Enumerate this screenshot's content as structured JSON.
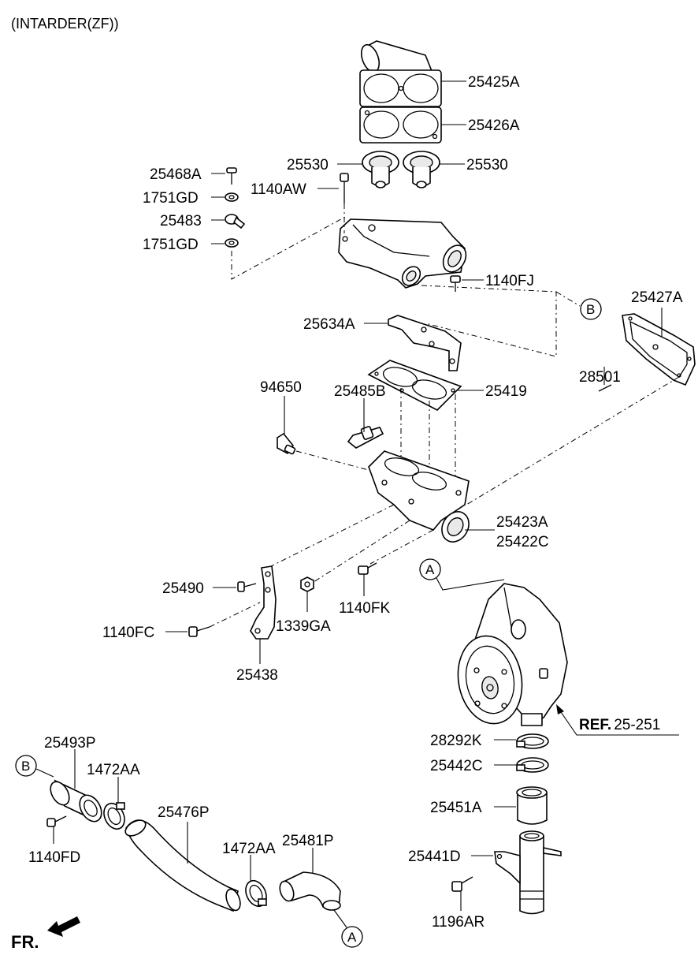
{
  "header": {
    "title": "(INTARDER(ZF))"
  },
  "footer": {
    "front_label": "FR."
  },
  "reference": {
    "ref_bold": "REF.",
    "ref_number": "25-251"
  },
  "callouts": {
    "a": "A",
    "b": "B"
  },
  "parts": {
    "p25425A": "25425A",
    "p25426A": "25426A",
    "p25530_left": "25530",
    "p25530_right": "25530",
    "p25468A": "25468A",
    "p1751GD_top": "1751GD",
    "p25483": "25483",
    "p1751GD_bottom": "1751GD",
    "p1140AW": "1140AW",
    "p1140FJ": "1140FJ",
    "p25427A": "25427A",
    "p25634A": "25634A",
    "p25419": "25419",
    "p28501": "28501",
    "p94650": "94650",
    "p25485B": "25485B",
    "p25423A": "25423A",
    "p25422C": "25422C",
    "p25490": "25490",
    "p1140FC": "1140FC",
    "p1339GA": "1339GA",
    "p1140FK": "1140FK",
    "p25438": "25438",
    "p28292K": "28292K",
    "p25442C": "25442C",
    "p25451A": "25451A",
    "p25441D": "25441D",
    "p1196AR": "1196AR",
    "p25493P": "25493P",
    "p1472AA_top": "1472AA",
    "p1140FD": "1140FD",
    "p25476P": "25476P",
    "p1472AA_bottom": "1472AA",
    "p25481P": "25481P"
  },
  "icons": {
    "front_arrow": "front-arrow-icon",
    "reference_arrow": "reference-arrow-icon"
  }
}
